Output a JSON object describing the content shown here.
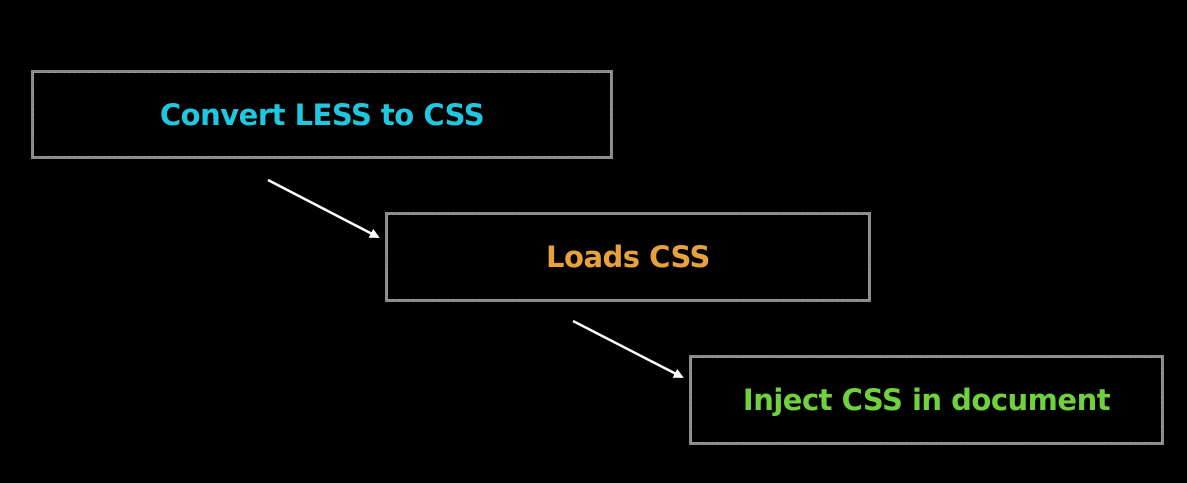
{
  "steps": [
    {
      "label": "Convert LESS to CSS",
      "color": "#1fc8e0"
    },
    {
      "label": "Loads CSS",
      "color": "#e8a23c"
    },
    {
      "label": "Inject CSS in document",
      "color": "#6fd13f"
    }
  ],
  "colors": {
    "background": "#000000",
    "box_border": "#8a8a8a",
    "arrow": "#ffffff"
  }
}
